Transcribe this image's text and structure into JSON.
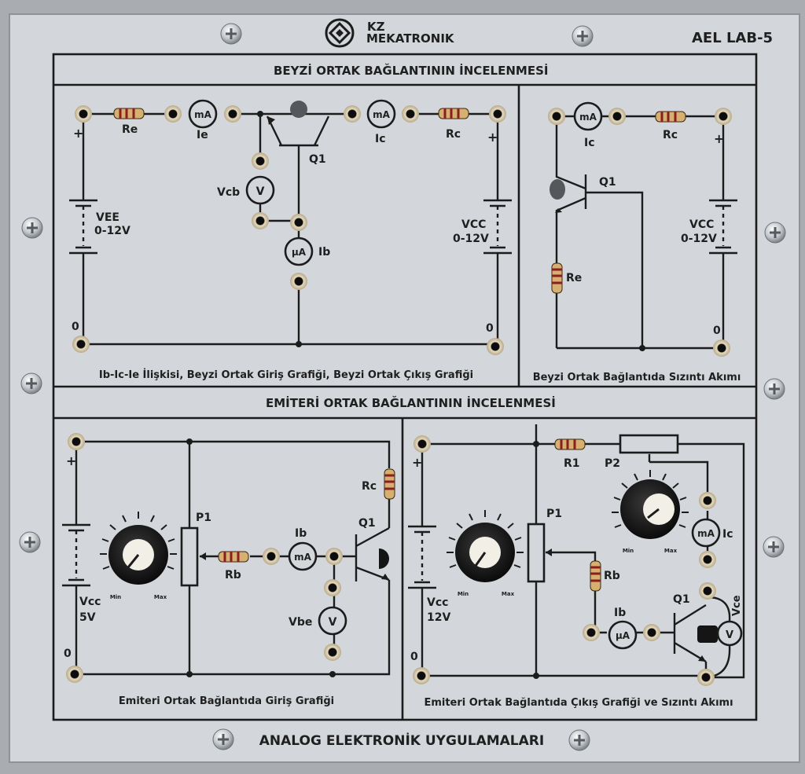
{
  "header": {
    "brand_line1": "KZ",
    "brand_line2": "MEKATRONIK",
    "model": "AEL LAB-5"
  },
  "footer": {
    "title": "ANALOG ELEKTRONİK UYGULAMALARI"
  },
  "base_section": {
    "title": "BEYZİ ORTAK BAĞLANTININ İNCELENMESİ",
    "circuit1": {
      "caption": "Ib-Ic-Ie İlişkisi, Beyzi Ortak Giriş Grafiği, Beyzi Ortak Çıkış Grafiği",
      "re": "Re",
      "ie": "Ie",
      "ic": "Ic",
      "rc": "Rc",
      "q1": "Q1",
      "vcb": "Vcb",
      "ib": "Ib",
      "vee": "VEE",
      "vee_range": "0-12V",
      "vcc": "VCC",
      "vcc_range": "0-12V",
      "plus": "+",
      "zero": "0",
      "ma": "mA",
      "v": "V",
      "ua": "µA"
    },
    "circuit2": {
      "caption": "Beyzi Ortak Bağlantıda Sızıntı Akımı",
      "ic": "Ic",
      "rc": "Rc",
      "q1": "Q1",
      "re": "Re",
      "vcc": "VCC",
      "vcc_range": "0-12V",
      "plus": "+",
      "zero": "0",
      "ma": "mA"
    }
  },
  "emitter_section": {
    "title": "EMİTERİ ORTAK BAĞLANTININ İNCELENMESİ",
    "circuit3": {
      "caption": "Emiteri Ortak Bağlantıda Giriş Grafiği",
      "p1": "P1",
      "rb": "Rb",
      "ib": "Ib",
      "rc": "Rc",
      "q1": "Q1",
      "vbe": "Vbe",
      "vcc": "Vcc",
      "vcc_value": "5V",
      "plus": "+",
      "zero": "0",
      "min": "Min",
      "max": "Max",
      "ma": "mA",
      "v": "V"
    },
    "circuit4": {
      "caption": "Emiteri Ortak Bağlantıda Çıkış Grafiği ve Sızıntı Akımı",
      "r1": "R1",
      "p2": "P2",
      "p1": "P1",
      "rb": "Rb",
      "ib": "Ib",
      "ic": "Ic",
      "q1": "Q1",
      "vce": "Vce",
      "vcc": "Vcc",
      "vcc_value": "12V",
      "plus": "+",
      "zero": "0",
      "min": "Min",
      "max": "Max",
      "ma": "mA",
      "v": "V",
      "ua": "µA"
    }
  },
  "colors": {
    "panel": "#d3d7db",
    "ink": "#1c1c1c",
    "background": "#a9adb1"
  }
}
